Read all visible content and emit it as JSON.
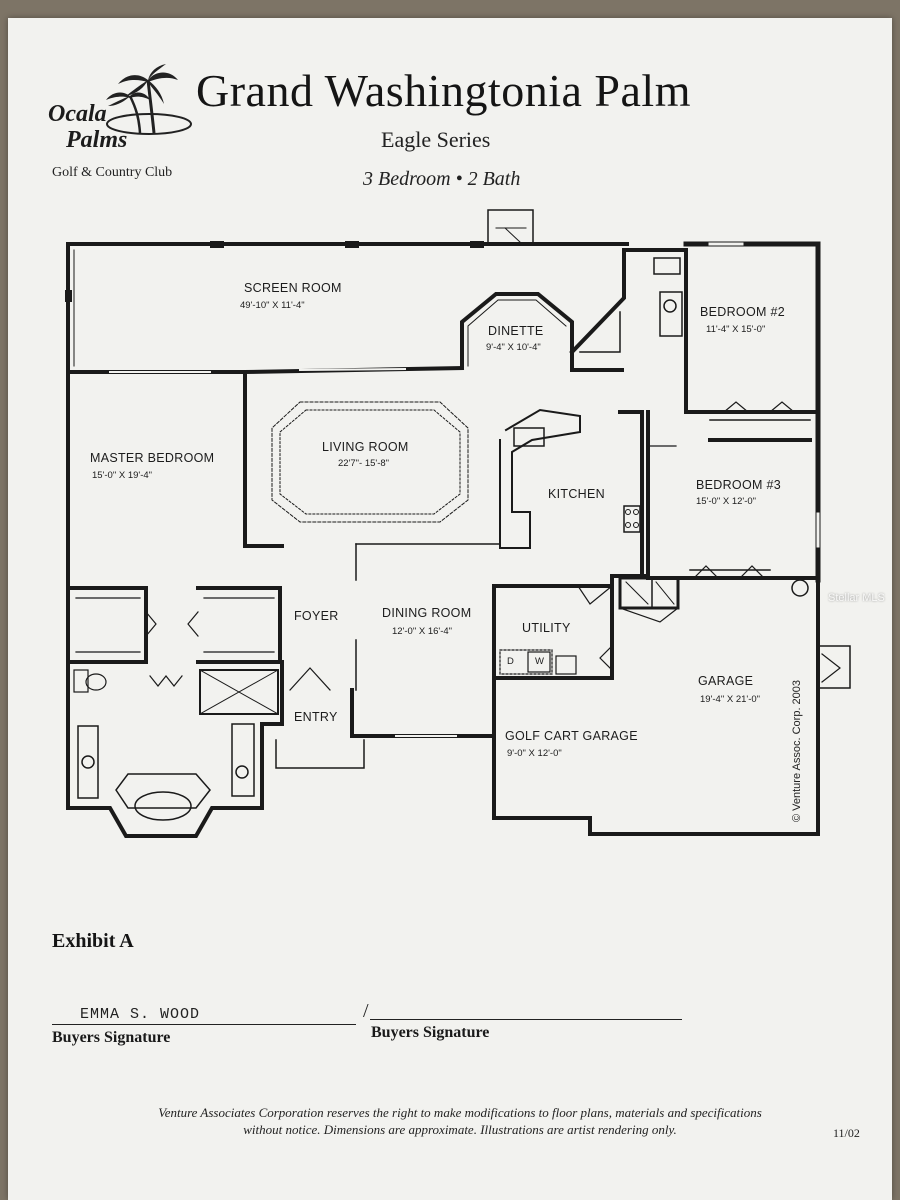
{
  "header": {
    "logo_line1": "Ocala",
    "logo_line2": "Palms",
    "logo_subtitle": "Golf & Country Club",
    "title": "Grand Washingtonia Palm",
    "series": "Eagle Series",
    "bed_bath": "3 Bedroom • 2 Bath"
  },
  "rooms": {
    "screen_room": {
      "name": "SCREEN ROOM",
      "dims": "49'-10\" X 11'-4\""
    },
    "dinette": {
      "name": "DINETTE",
      "dims": "9'-4\" X 10'-4\""
    },
    "bedroom2": {
      "name": "BEDROOM #2",
      "dims": "11'-4\" X 15'-0\""
    },
    "master": {
      "name": "MASTER BEDROOM",
      "dims": "15'-0\" X 19'-4\""
    },
    "living": {
      "name": "LIVING ROOM",
      "dims": "22'7\"- 15'-8\""
    },
    "kitchen": {
      "name": "KITCHEN"
    },
    "bedroom3": {
      "name": "BEDROOM #3",
      "dims": "15'-0\" X 12'-0\""
    },
    "foyer": {
      "name": "FOYER"
    },
    "dining": {
      "name": "DINING ROOM",
      "dims": "12'-0\" X 16'-4\""
    },
    "utility": {
      "name": "UTILITY",
      "washer": "W",
      "dryer": "D"
    },
    "garage": {
      "name": "GARAGE",
      "dims": "19'-4\" X 21'-0\""
    },
    "entry": {
      "name": "ENTRY"
    },
    "golf_cart": {
      "name": "GOLF CART GARAGE",
      "dims": "9'-0\" X 12'-0\""
    }
  },
  "plan_copyright": "© Venture Assoc. Corp. 2003",
  "watermark": "Stellar MLS",
  "footer": {
    "exhibit": "Exhibit A",
    "signature_name": "EMMA S. WOOD",
    "signature_slash": "/",
    "buyer_label_1": "Buyers Signature",
    "buyer_label_2": "Buyers Signature",
    "disclaimer_line1": "Venture Associates Corporation reserves the right to make modifications to floor plans, materials and specifications",
    "disclaimer_line2": "without notice.  Dimensions are approximate.  Illustrations are artist rendering only.",
    "date": "11/02"
  }
}
